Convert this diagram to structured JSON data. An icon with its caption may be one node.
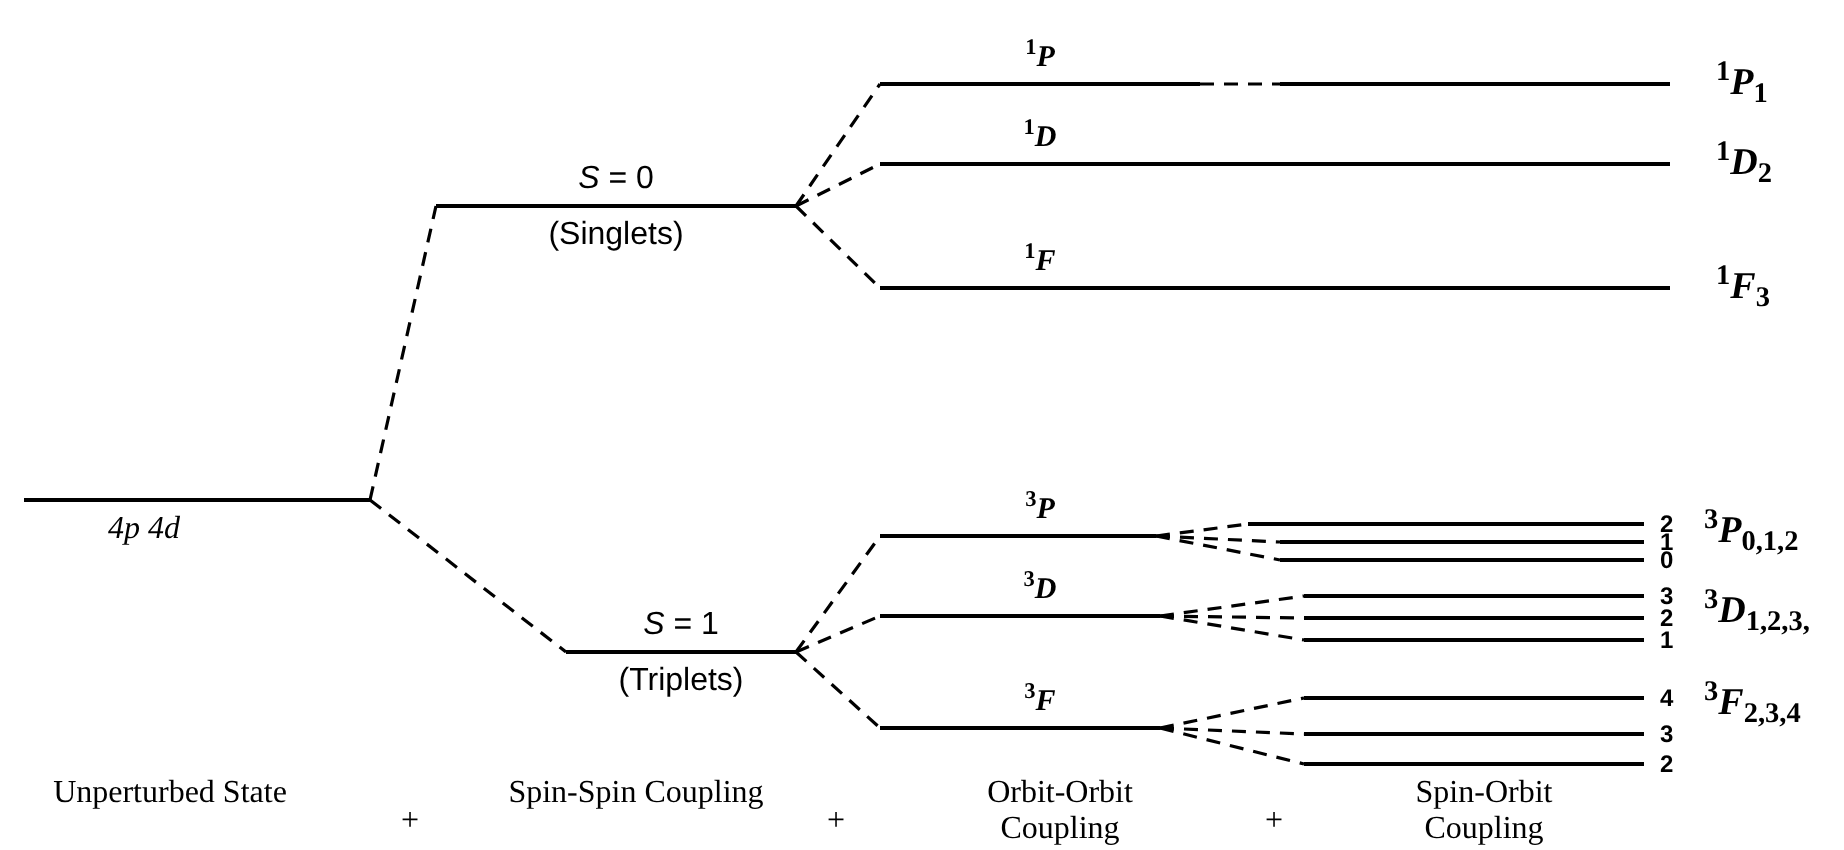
{
  "diagram": {
    "nodes": [
      {
        "text": [
          "4p 4d"
        ]
      },
      {
        "text": [
          "*S* = 0",
          "(Singlets)"
        ]
      },
      {
        "text": [
          "*S* = 1",
          "(Triplets)"
        ]
      },
      {
        "text": [
          "$^{1}$*P*"
        ]
      },
      {
        "text": [],
        "shape": "bar",
        "beside": [
          "$^{1}$*P*$_{1}$"
        ]
      },
      {
        "text": [
          "$^{1}$*D*"
        ],
        "beside": [
          "$^{1}$*D*$_{2}$"
        ]
      },
      {
        "text": [
          "$^{1}$*F*"
        ],
        "beside": [
          "$^{1}$*F*$_{3}$"
        ]
      },
      {
        "text": [
          "$^{3}$*P*"
        ]
      },
      {
        "text": [
          "2"
        ]
      },
      {
        "text": [
          "1"
        ]
      },
      {
        "text": [
          "0"
        ]
      },
      {
        "text": [
          "$^{3}$*D*"
        ]
      },
      {
        "text": [
          "3"
        ]
      },
      {
        "text": [
          "2"
        ]
      },
      {
        "text": [
          "1"
        ]
      },
      {
        "text": [
          "$^{3}$*F*"
        ]
      },
      {
        "text": [
          "4"
        ]
      },
      {
        "text": [
          "3"
        ]
      },
      {
        "text": [
          "2"
        ]
      }
    ],
    "edges": [
      {
        "from": 0,
        "to": 1,
        "arrow": "none",
        "style": "dashed"
      },
      {
        "from": 0,
        "to": 2,
        "arrow": "none",
        "style": "dashed"
      },
      {
        "from": 1,
        "to": 3,
        "arrow": "none",
        "style": "dashed"
      },
      {
        "from": 1,
        "to": 5,
        "arrow": "none",
        "style": "dashed"
      },
      {
        "from": 1,
        "to": 6,
        "arrow": "none",
        "style": "dashed"
      },
      {
        "from": 3,
        "to": 4,
        "arrow": "none",
        "style": "dashed"
      },
      {
        "from": 2,
        "to": 7,
        "arrow": "none",
        "style": "dashed"
      },
      {
        "from": 2,
        "to": 11,
        "arrow": "none",
        "style": "dashed"
      },
      {
        "from": 2,
        "to": 15,
        "arrow": "none",
        "style": "dashed"
      },
      {
        "from": 7,
        "to": 8,
        "arrow": "none",
        "style": "dashed"
      },
      {
        "from": 7,
        "to": 9,
        "arrow": "none",
        "style": "dashed"
      },
      {
        "from": 7,
        "to": 10,
        "arrow": "none",
        "style": "dashed"
      },
      {
        "from": 11,
        "to": 12,
        "arrow": "none",
        "style": "dashed"
      },
      {
        "from": 11,
        "to": 13,
        "arrow": "none",
        "style": "dashed"
      },
      {
        "from": 11,
        "to": 14,
        "arrow": "none",
        "style": "dashed"
      },
      {
        "from": 15,
        "to": 16,
        "arrow": "none",
        "style": "dashed"
      },
      {
        "from": 15,
        "to": 17,
        "arrow": "none",
        "style": "dashed"
      },
      {
        "from": 15,
        "to": 18,
        "arrow": "none",
        "style": "dashed"
      }
    ],
    "labels": [
      "$^{3}$*P*$_{0,1,2}$",
      "$^{3}$*D*$_{1,2,3,}$",
      "$^{3}$*F*$_{2,3,4}$",
      "Unperturbed State",
      "+",
      "Spin-Spin Coupling",
      "+",
      "Orbit-Orbit Coupling",
      "+",
      "Spin-Orbit Coupling"
    ]
  }
}
